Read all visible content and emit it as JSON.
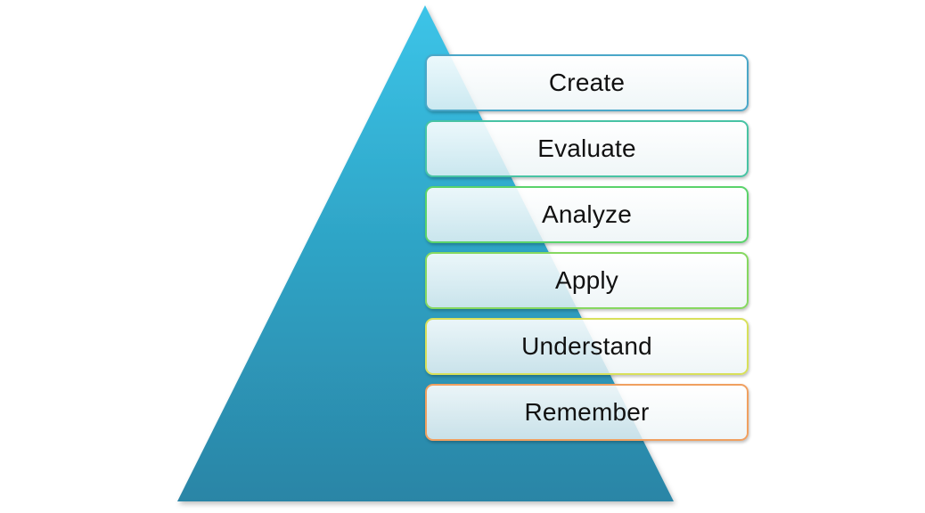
{
  "diagram": {
    "type": "pyramid",
    "pyramid_color": "#2f9fc4",
    "levels": [
      {
        "label": "Create",
        "border_color": "#4aa7c8"
      },
      {
        "label": "Evaluate",
        "border_color": "#48c3a4"
      },
      {
        "label": "Analyze",
        "border_color": "#5ad36a"
      },
      {
        "label": "Apply",
        "border_color": "#86d860"
      },
      {
        "label": "Understand",
        "border_color": "#d8e05a"
      },
      {
        "label": "Remember",
        "border_color": "#f0a060"
      }
    ]
  }
}
